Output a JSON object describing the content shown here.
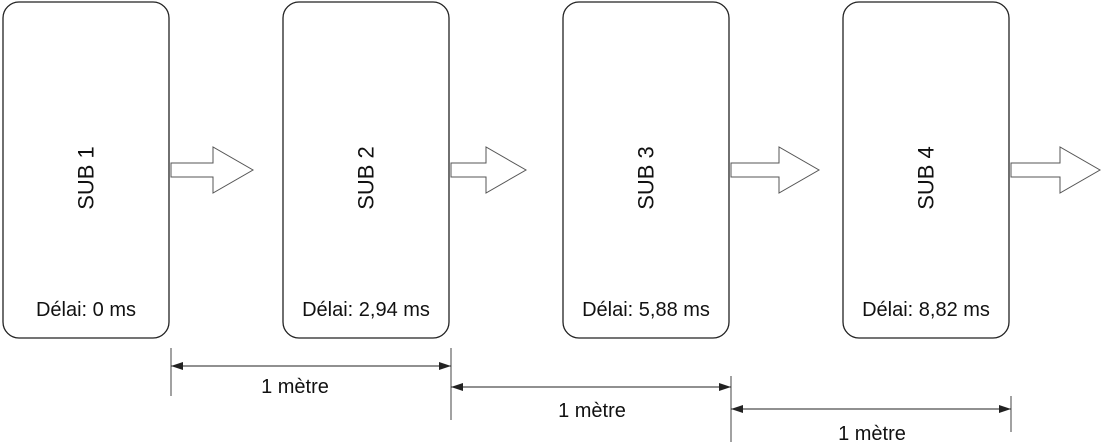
{
  "subs": [
    {
      "label": "SUB 1",
      "delay": "Délai: 0 ms"
    },
    {
      "label": "SUB 2",
      "delay": "Délai: 2,94 ms"
    },
    {
      "label": "SUB 3",
      "delay": "Délai: 5,88 ms"
    },
    {
      "label": "SUB 4",
      "delay": "Délai: 8,82 ms"
    }
  ],
  "distances": [
    {
      "label": "1 mètre"
    },
    {
      "label": "1 mètre"
    },
    {
      "label": "1 mètre"
    }
  ],
  "colors": {
    "stroke": "#222222",
    "arrow_outline": "#555555",
    "background": "#ffffff"
  }
}
